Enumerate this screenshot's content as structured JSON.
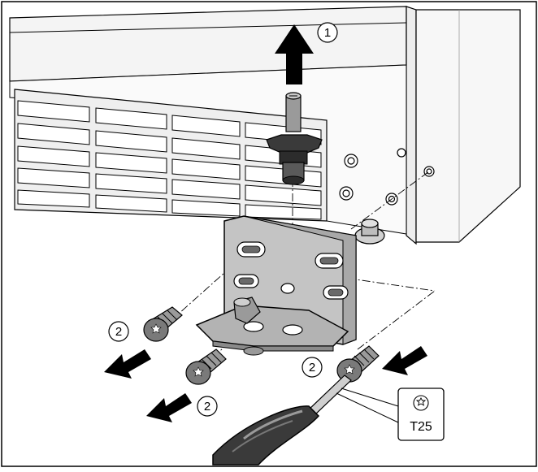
{
  "figure": {
    "step_labels": {
      "lift_pin": "1",
      "screw_left_top": "2",
      "screw_left_bottom": "2",
      "screw_right": "2"
    },
    "tool_label": "T25",
    "colors": {
      "outline": "#000000",
      "appliance_fill": "#f2f2f2",
      "grille_fill": "#e6e6e6",
      "bracket_fill": "#b9b9b9",
      "screw_fill": "#7a7a7a",
      "arrow_fill": "#000000",
      "handle_fill": "#3a3a3a"
    }
  }
}
